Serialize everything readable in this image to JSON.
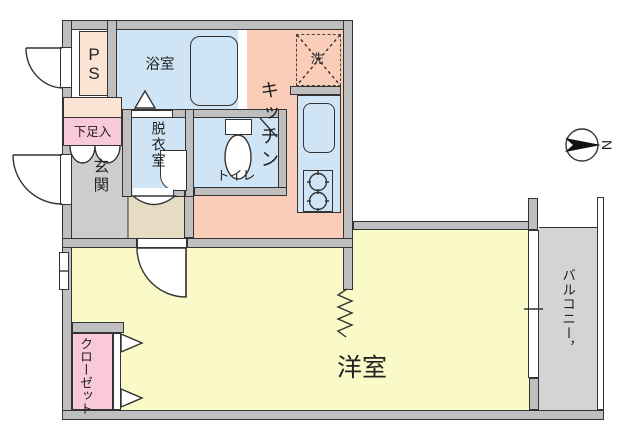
{
  "plan": {
    "rooms": {
      "ps": "PS",
      "bathroom": "浴室",
      "laundry": "洗",
      "kitchen": "キッチン",
      "shoe_cabinet": "下足入",
      "entrance": "玄関",
      "dressing_room": "脱衣室",
      "toilet": "トイレ",
      "western_room": "洋室",
      "closet": "クローゼット",
      "balcony": "バルコニー，"
    },
    "compass_label": "N",
    "colors": {
      "wall_gray": "#bfbfbf",
      "water_blue": "#cfe5f5",
      "kitchen_salmon": "#f9cdb8",
      "room_yellow": "#fafac9",
      "closet_pink": "#f9c8da",
      "service_peach": "#fce4d4",
      "balcony_gray": "#d4d4d4",
      "hall_beige": "#e5dcc3",
      "entrance_gray": "#cdcdcd"
    }
  }
}
